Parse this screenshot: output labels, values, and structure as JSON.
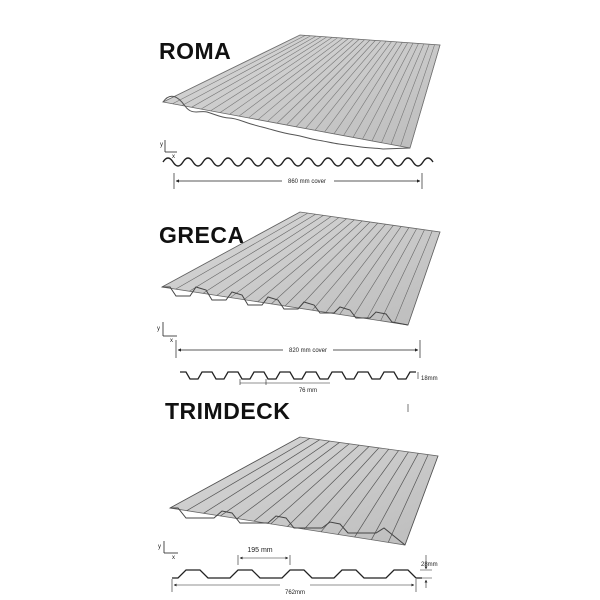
{
  "profiles": [
    {
      "name": "ROMA",
      "cover_label": "860 mm cover"
    },
    {
      "name": "GRECA",
      "cover_label": "820 mm cover",
      "pitch_label": "76 mm",
      "height_label": "18mm"
    },
    {
      "name": "TRIMDECK",
      "pitch_label": "195 mm",
      "cover_label": "762mm",
      "height_label": "28mm"
    }
  ],
  "axis": {
    "y": "y",
    "x": "x"
  },
  "colors": {
    "sheet_light": "#e4e4e4",
    "sheet_dark": "#9a9a9a",
    "line": "#222222"
  }
}
